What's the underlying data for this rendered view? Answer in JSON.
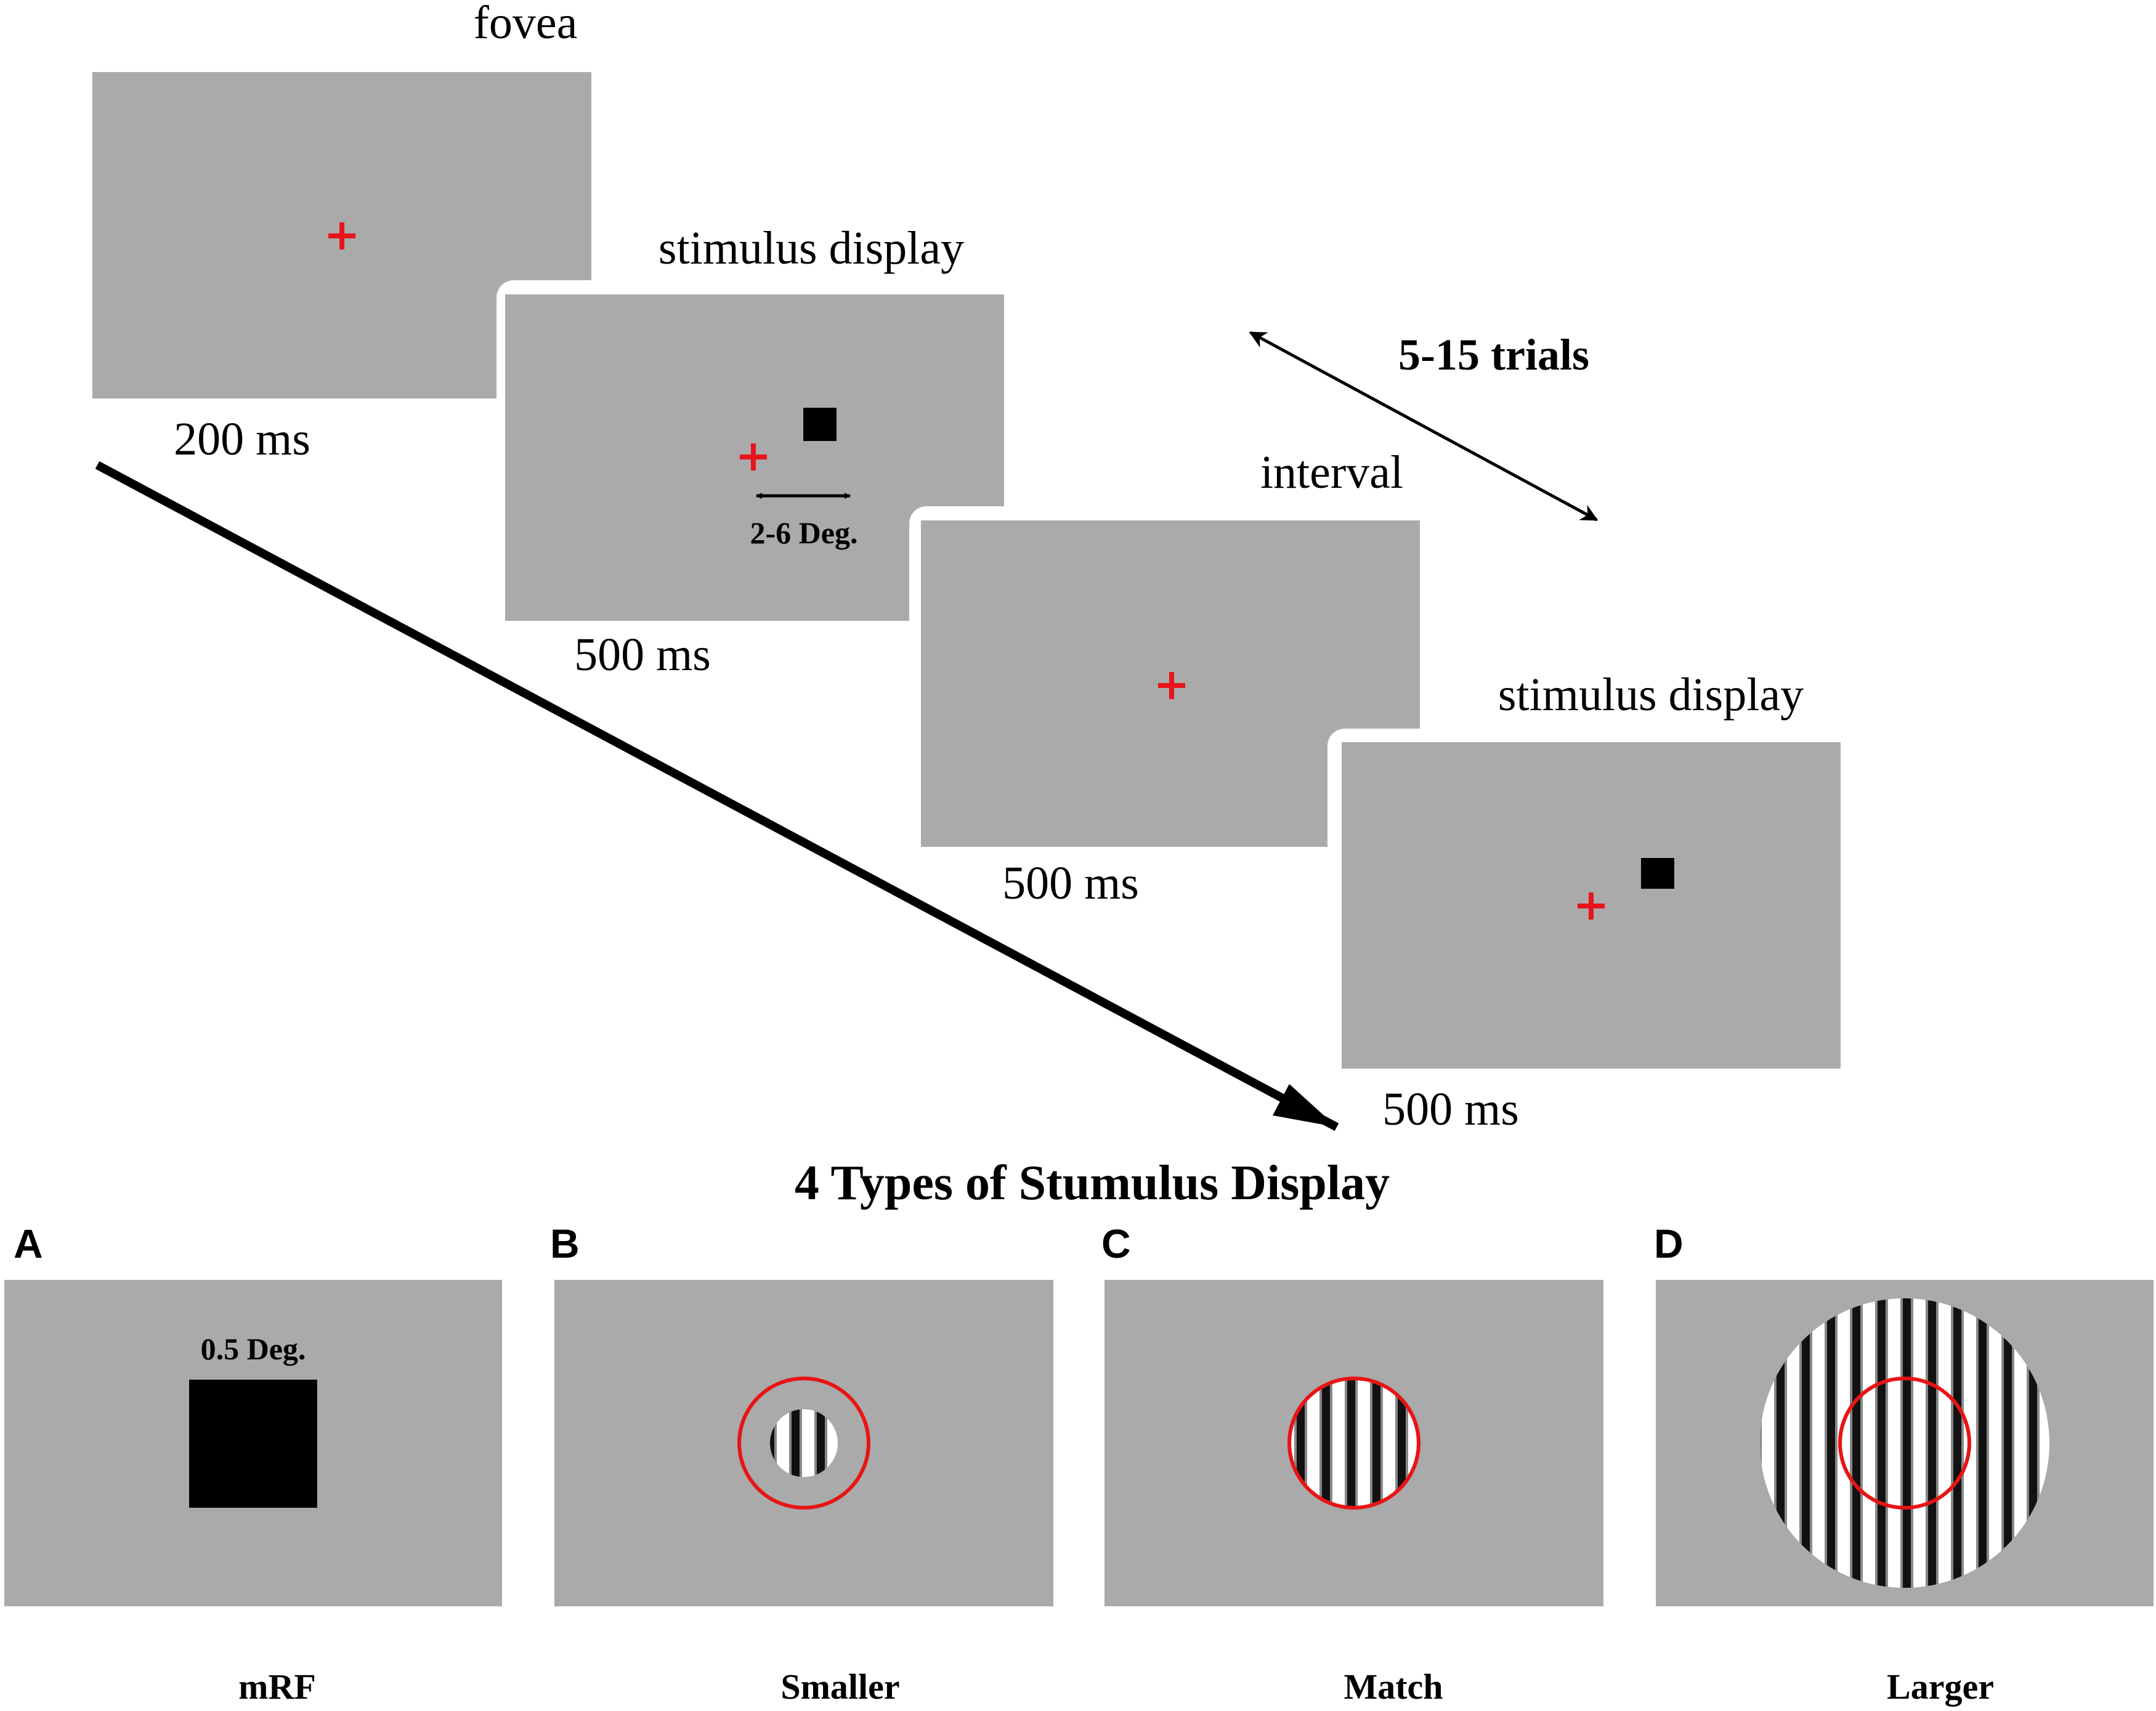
{
  "colors": {
    "screen": "#aaaaaa",
    "fixation": "#e8141c",
    "ring": "#e81414",
    "ink": "#000000",
    "background": "#ffffff"
  },
  "sequence": [
    {
      "label": "fovea",
      "duration": "200 ms",
      "stimulus": "none"
    },
    {
      "label": "stimulus display",
      "duration": "500 ms",
      "stimulus": "square",
      "annotation": "2-6 Deg."
    },
    {
      "label": "interval",
      "duration": "500 ms",
      "stimulus": "none"
    },
    {
      "label": "stimulus display",
      "duration": "500 ms",
      "stimulus": "square"
    }
  ],
  "repeat_label": "5-15 trials",
  "types_title": "4 Types of Stumulus Display",
  "types": [
    {
      "letter": "A",
      "name": "mRF",
      "annotation": "0.5 Deg.",
      "stimulus": "square"
    },
    {
      "letter": "B",
      "name": "Smaller",
      "stimulus": "grating-smaller"
    },
    {
      "letter": "C",
      "name": "Match",
      "stimulus": "grating-match"
    },
    {
      "letter": "D",
      "name": "Larger",
      "stimulus": "grating-larger"
    }
  ]
}
